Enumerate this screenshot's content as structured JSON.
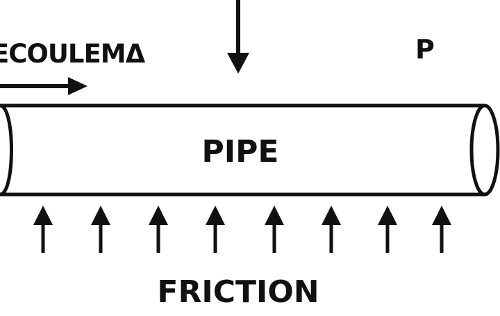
{
  "labels": {
    "flow": "ECOULEMΔ",
    "pressure": "P",
    "pipe": "PIPE",
    "friction": "FRICTION"
  },
  "friction_arrow_count": 8,
  "colors": {
    "ink": "#111111",
    "background": "#ffffff",
    "pipe_fill": "#ffffff"
  }
}
